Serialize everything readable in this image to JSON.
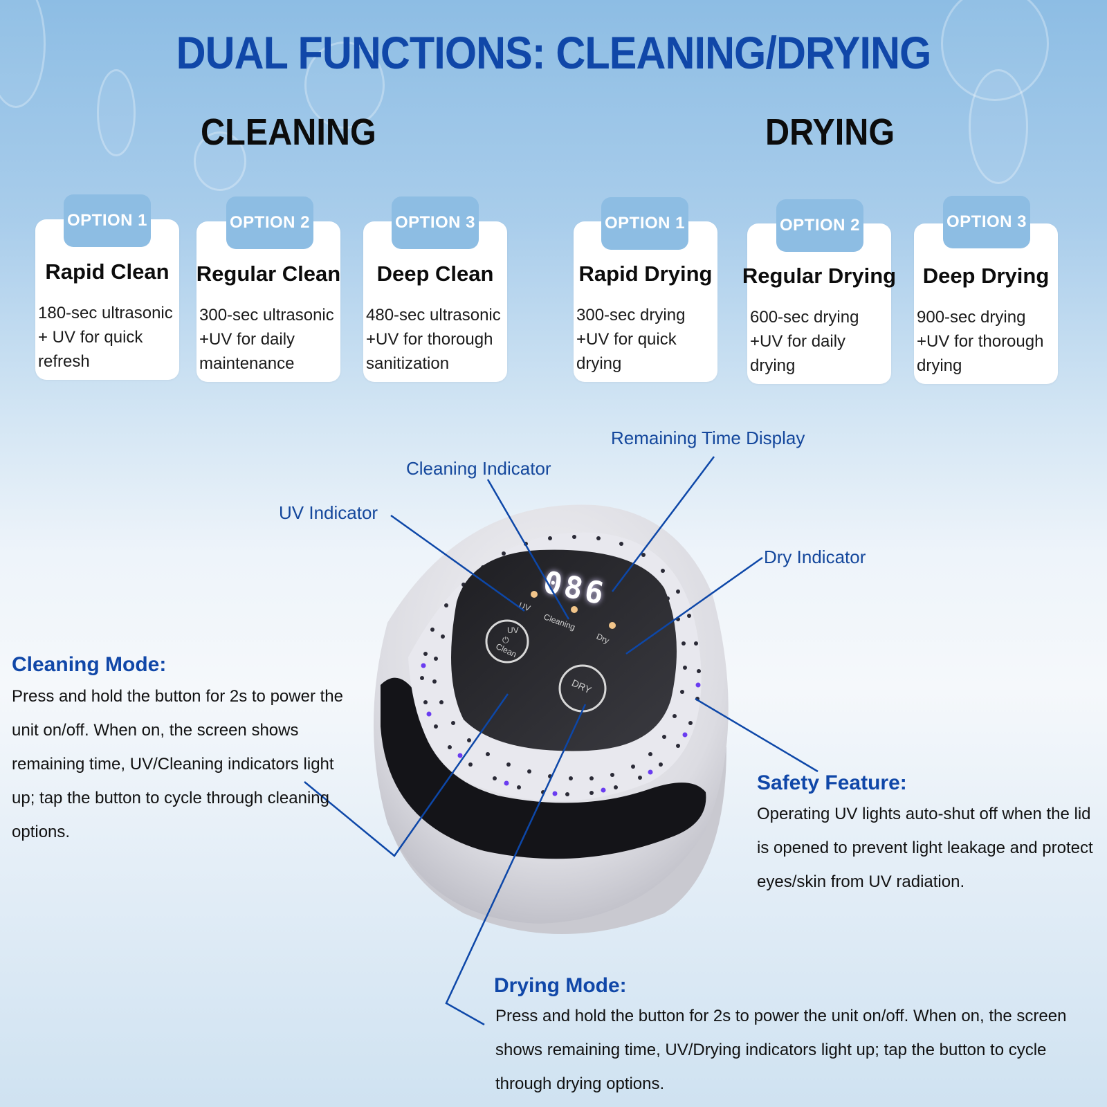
{
  "header": {
    "title": "DUAL FUNCTIONS: CLEANING/DRYING"
  },
  "sections": {
    "cleaning": {
      "title": "CLEANING",
      "options": [
        {
          "badge": "OPTION 1",
          "name": "Rapid Clean",
          "desc": "180-sec ultrasonic\n + UV for quick\n refresh"
        },
        {
          "badge": "OPTION 2",
          "name": "Regular Clean",
          "desc": "300-sec ultrasonic\n+UV for daily\n maintenance"
        },
        {
          "badge": "OPTION 3",
          "name": "Deep Clean",
          "desc": "480-sec ultrasonic\n+UV for thorough\n sanitization"
        }
      ]
    },
    "drying": {
      "title": "DRYING",
      "options": [
        {
          "badge": "OPTION 1",
          "name": "Rapid Drying",
          "desc": " 300-sec drying\n +UV for quick\n drying"
        },
        {
          "badge": "OPTION 2",
          "name": "Regular Drying",
          "desc": "  600-sec drying\n+UV for daily\n drying"
        },
        {
          "badge": "OPTION 3",
          "name": "Deep Drying",
          "desc": " 900-sec drying\n+UV for thorough\n drying"
        }
      ]
    }
  },
  "callouts": {
    "remaining_time": "Remaining Time Display",
    "cleaning_indicator": "Cleaning Indicator",
    "uv_indicator": "UV Indicator",
    "dry_indicator": "Dry Indicator"
  },
  "device": {
    "display_value": "086",
    "led_labels": {
      "uv": "UV",
      "cleaning": "Cleaning",
      "dry": "Dry"
    },
    "buttons": {
      "uv_clean_top": "UV",
      "uv_clean_bottom": "Clean",
      "dry": "DRY"
    },
    "led_color": "#f2c58a",
    "uv_glow_color": "#6a3cf0"
  },
  "info": {
    "cleaning_mode": {
      "title": "Cleaning Mode:",
      "text": "Press and hold the button for 2s to power the unit on/off. When on, the screen shows remaining time, UV/Cleaning indicators light up; tap the button to cycle through cleaning options."
    },
    "safety": {
      "title": "Safety Feature:",
      "text": "Operating UV lights auto-shut off when the lid is opened to prevent light leakage and protect eyes/skin from UV radiation."
    },
    "drying_mode": {
      "title": "Drying Mode:",
      "text": "Press and hold the button for 2s to power the unit on/off. When on, the screen shows remaining time, UV/Drying indicators light up; tap the button to cycle through drying options."
    }
  },
  "colors": {
    "title_blue": "#1047a8",
    "badge_blue": "#8dbde3",
    "callout_line": "#0d47a8"
  }
}
